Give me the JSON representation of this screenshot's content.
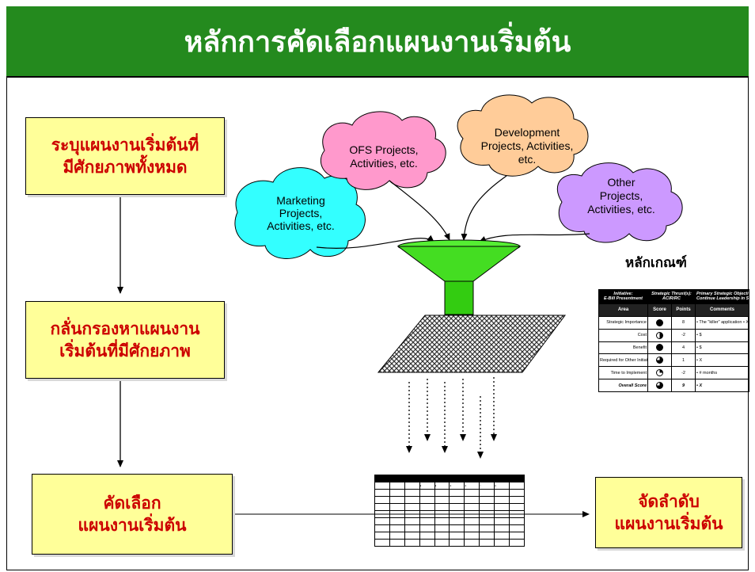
{
  "title": "หลักการคัดเลือกแผนงานเริ่มต้น",
  "steps": [
    {
      "line1": "ระบุแผนงานเริ่มต้นที่",
      "line2": "มีศักยภาพทั้งหมด"
    },
    {
      "line1": "กลั่นกรองหาแผนงาน",
      "line2": "เริ่มต้นที่มีศักยภาพ"
    },
    {
      "line1": "คัดเลือก",
      "line2": "แผนงานเริ่มต้น"
    }
  ],
  "result": {
    "line1": "จัดลำดับ",
    "line2": "แผนงานเริ่มต้น"
  },
  "clouds": [
    {
      "name": "marketing",
      "lines": [
        "Marketing",
        "Projects,",
        "Activities, etc."
      ],
      "color": "#33ffff"
    },
    {
      "name": "ofs",
      "lines": [
        "OFS Projects,",
        "Activities, etc."
      ],
      "color": "#ff99cc"
    },
    {
      "name": "development",
      "lines": [
        "Development",
        "Projects, Activities,",
        "etc."
      ],
      "color": "#ffcc99"
    },
    {
      "name": "other",
      "lines": [
        "Other",
        "Projects,",
        "Activities, etc."
      ],
      "color": "#cc99ff"
    }
  ],
  "criteria": {
    "title": "หลักเกณฑ์",
    "header": {
      "initiative": "Initiative:",
      "initiative_name": "E-Bill Presentment",
      "strategic": "Strategic Thrust(s):",
      "strategic_value": "ACIR/RC",
      "primary": "Primary Strategic Objective:",
      "primary_value": "Continue Leadership in Se... Products"
    },
    "columns": [
      "Area",
      "Score",
      "Points",
      "Comments"
    ],
    "rows": [
      {
        "area": "Strategic Importance",
        "score": "full",
        "points": "8",
        "comment": "• The \"killer\" application  • X"
      },
      {
        "area": "Cost",
        "score": "half",
        "points": "-2",
        "comment": "• $"
      },
      {
        "area": "Benefit",
        "score": "full",
        "points": "4",
        "comment": "• $"
      },
      {
        "area": "Required for Other Initiatives/Dependencies",
        "score": "three-quarter",
        "points": "1",
        "comment": "• X"
      },
      {
        "area": "Time to Implement",
        "score": "quarter",
        "points": "-2",
        "comment": "• # months"
      },
      {
        "area": "Overall Score",
        "score": "three-quarter",
        "points": "9",
        "comment": "• X"
      }
    ]
  }
}
